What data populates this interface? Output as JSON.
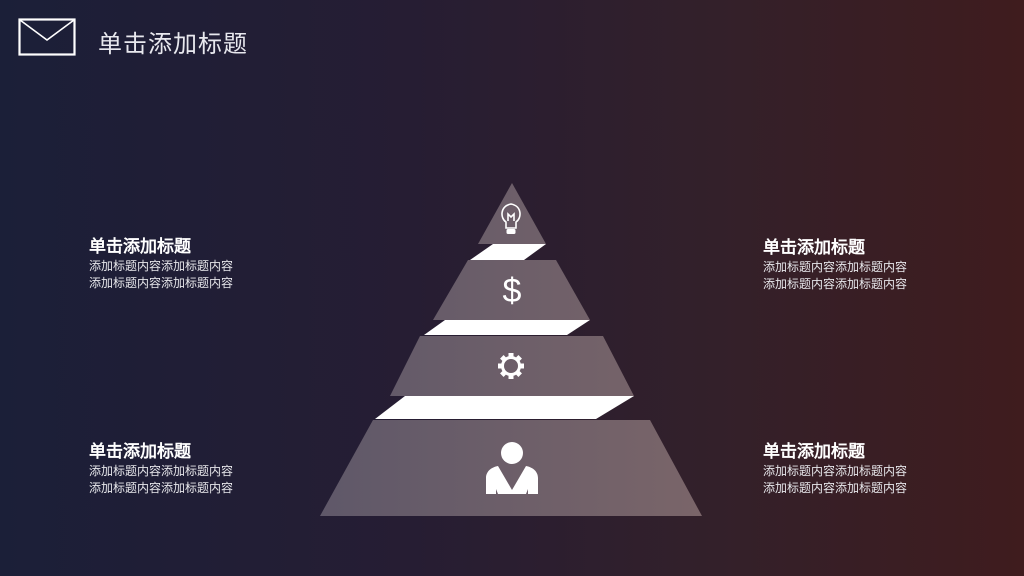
{
  "slide": {
    "title": "单击添加标题",
    "header_icon": "mail-icon"
  },
  "colors": {
    "background_left": "#1b1f38",
    "background_right": "#3f1c1e",
    "pyramid_tier_left": "#625b6a",
    "pyramid_tier_right": "#786468",
    "separator": "#ffffff"
  },
  "pyramid": {
    "tiers": [
      {
        "level": 1,
        "icon": "lightbulb-icon"
      },
      {
        "level": 2,
        "icon": "dollar-icon",
        "glyph": "$"
      },
      {
        "level": 3,
        "icon": "gear-icon"
      },
      {
        "level": 4,
        "icon": "person-icon"
      }
    ]
  },
  "text_blocks": {
    "top_left": {
      "title": "单击添加标题",
      "lines": [
        "添加标题内容添加标题内容",
        "添加标题内容添加标题内容"
      ]
    },
    "top_right": {
      "title": "单击添加标题",
      "lines": [
        "添加标题内容添加标题内容",
        "添加标题内容添加标题内容"
      ]
    },
    "bottom_left": {
      "title": "单击添加标题",
      "lines": [
        "添加标题内容添加标题内容",
        "添加标题内容添加标题内容"
      ]
    },
    "bottom_right": {
      "title": "单击添加标题",
      "lines": [
        "添加标题内容添加标题内容",
        "添加标题内容添加标题内容"
      ]
    }
  }
}
